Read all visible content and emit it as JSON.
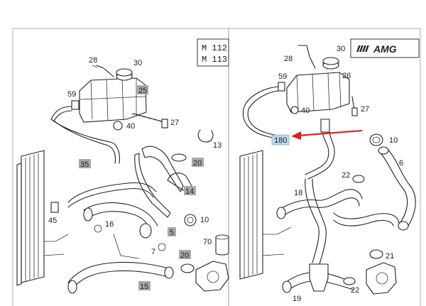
{
  "engine_codes": [
    "M 112",
    "M 113"
  ],
  "brand_logo": "AMG",
  "highlight_color": "#a9a9a9",
  "callout_color": "#b9d9ee",
  "arrow_color": "#e02020",
  "left_labels": {
    "l28": "28",
    "l30": "30",
    "l59": "59",
    "l25": "25",
    "l27": "27",
    "l40": "40",
    "l13": "13",
    "l35": "35",
    "l20a": "20",
    "l14": "14",
    "l10": "10",
    "l45": "45",
    "l16": "16",
    "l5": "5",
    "l7": "7",
    "l70": "70",
    "l20b": "20",
    "l15": "15"
  },
  "right_labels": {
    "r28": "28",
    "r30": "30",
    "r59": "59",
    "r26": "26",
    "r40": "40",
    "r27": "27",
    "r180": "180",
    "r10": "10",
    "r6": "6",
    "r22a": "22",
    "r18": "18",
    "r19": "19",
    "r22b": "22",
    "r21": "21"
  }
}
